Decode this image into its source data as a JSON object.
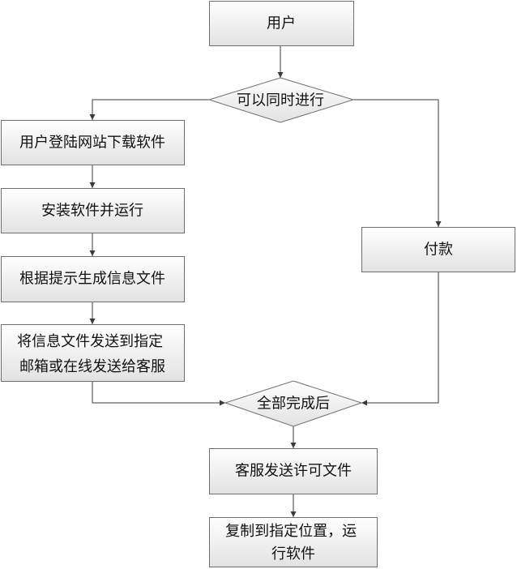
{
  "diagram": {
    "nodes": {
      "user": {
        "label": "用户"
      },
      "parallel": {
        "label": "可以同时进行"
      },
      "download": {
        "label": "用户登陆网站下载软件"
      },
      "install": {
        "label": "安装软件并运行"
      },
      "generate": {
        "label": "根据提示生成信息文件"
      },
      "send": {
        "lines": [
          "将信息文件发送到指定",
          "邮箱或在线发送给客服"
        ]
      },
      "pay": {
        "label": "付款"
      },
      "all_done": {
        "label": "全部完成后"
      },
      "license": {
        "label": "客服发送许可文件"
      },
      "copy": {
        "lines": [
          "复制到指定位置，运",
          "行软件"
        ]
      }
    }
  }
}
